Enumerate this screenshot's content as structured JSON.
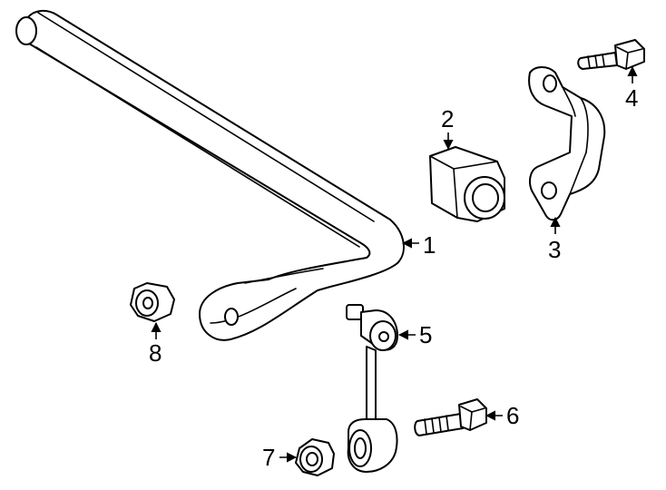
{
  "diagram": {
    "background_color": "#ffffff",
    "line_color": "#000000",
    "callouts": [
      {
        "id": "1",
        "part": "stabilizer-bar"
      },
      {
        "id": "2",
        "part": "bushing"
      },
      {
        "id": "3",
        "part": "bracket"
      },
      {
        "id": "4",
        "part": "bracket-bolt"
      },
      {
        "id": "5",
        "part": "stabilizer-link"
      },
      {
        "id": "6",
        "part": "link-bolt"
      },
      {
        "id": "7",
        "part": "link-nut"
      },
      {
        "id": "8",
        "part": "bar-nut"
      }
    ]
  }
}
